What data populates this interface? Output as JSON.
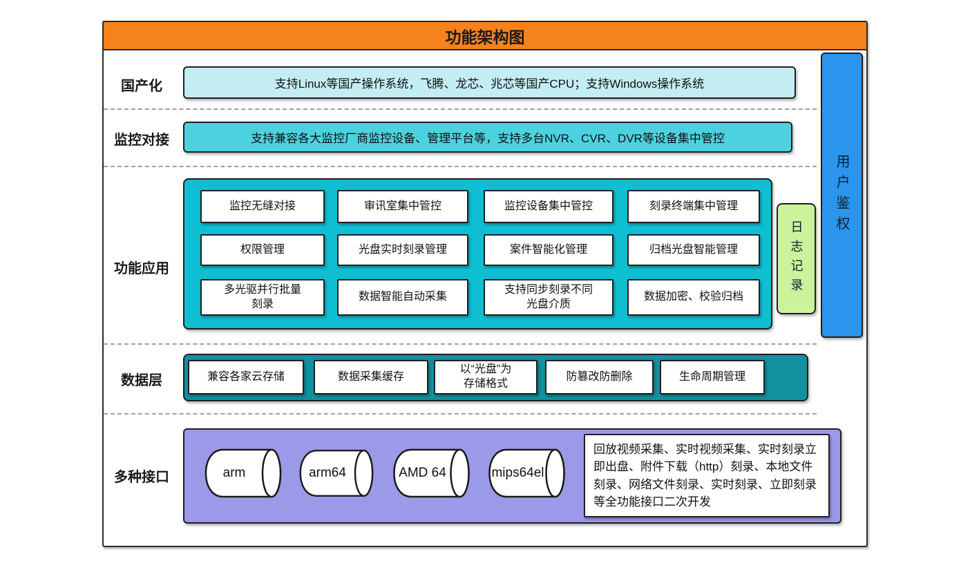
{
  "title": "功能架构图",
  "sections": {
    "localization": {
      "label": "国产化",
      "text": "支持Linux等国产操作系统，飞腾、龙芯、兆芯等国产CPU；支持Windows操作系统"
    },
    "monitoring": {
      "label": "监控对接",
      "text": "支持兼容各大监控厂商监控设备、管理平台等，支持多台NVR、CVR、DVR等设备集中管控"
    },
    "functions": {
      "label": "功能应用",
      "cells": [
        "监控无缝对接",
        "审讯室集中管控",
        "监控设备集中管控",
        "刻录终端集中管理",
        "权限管理",
        "光盘实时刻录管理",
        "案件智能化管理",
        "归档光盘智能管理",
        "多光驱并行批量\n刻录",
        "数据智能自动采集",
        "支持同步刻录不同\n光盘介质",
        "数据加密、校验归档"
      ]
    },
    "log": {
      "text": "日志记录"
    },
    "auth": {
      "text": "用户鉴权"
    },
    "data_layer": {
      "label": "数据层",
      "cells": [
        "兼容各家云存储",
        "数据采集缓存",
        "以“光盘”为\n存储格式",
        "防篡改防删除",
        "生命周期管理"
      ]
    },
    "interfaces": {
      "label": "多种接口",
      "cylinders": [
        "arm",
        "arm64",
        "AMD 64",
        "mips64el"
      ],
      "api_text": "回放视频采集、实时视频采集、实时刻录立即出盘、附件下载（http）刻录、本地文件刻录、网络文件刻录、实时刻录、立即刻录等全功能接口二次开发"
    }
  },
  "colors": {
    "header": "#F6821E",
    "localization_box": "#C3EDF3",
    "monitoring_box": "#4CD2DF",
    "functions_container": "#10BED2",
    "log_box": "#CBF39E",
    "auth_bar": "#2B94EC",
    "data_container": "#12919E",
    "interfaces_container": "#9C99E8"
  }
}
